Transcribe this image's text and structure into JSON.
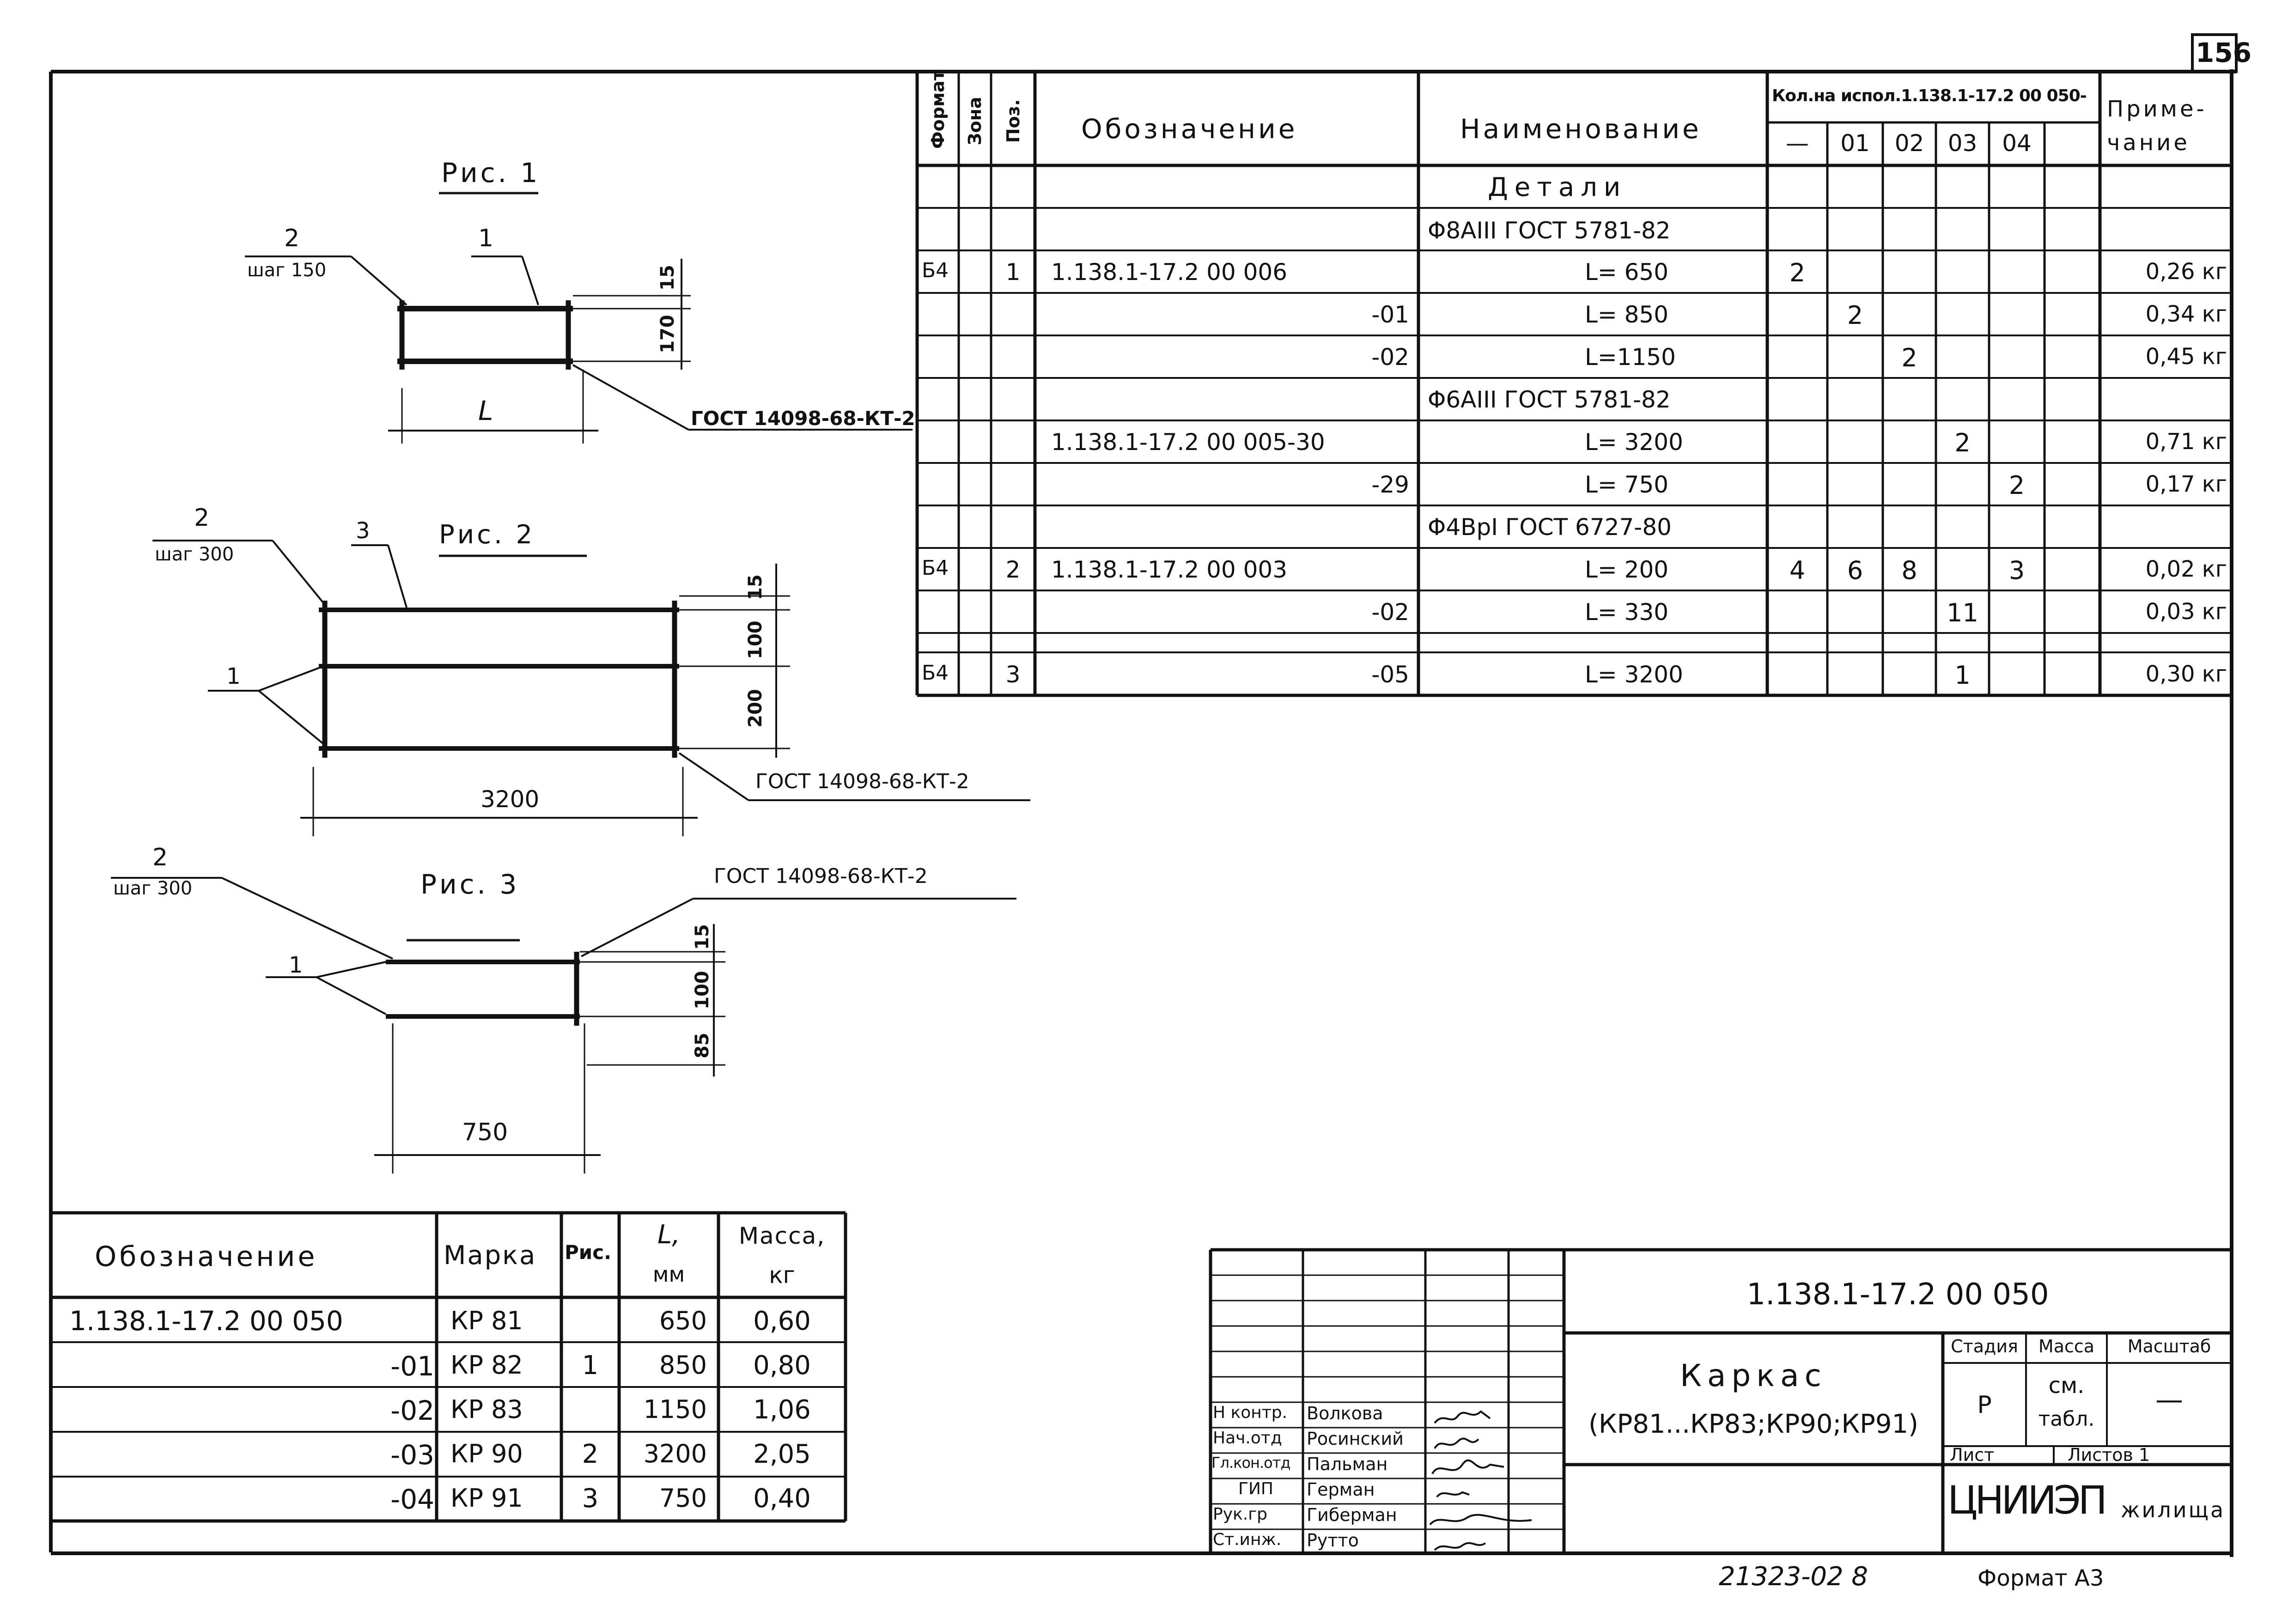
{
  "sheet_number": "156",
  "spec": {
    "header": {
      "format": "Формат",
      "zone": "Зона",
      "pos": "Поз.",
      "designation": "Обозначение",
      "name": "Наименование",
      "qty_title": "Кол.на испол.1.138.1-17.2 00 050-",
      "note_1": "Приме-",
      "note_2": "чание",
      "variants": [
        "—",
        "01",
        "02",
        "03",
        "04"
      ]
    },
    "rows": [
      {
        "format": "",
        "pos": "",
        "designation": "",
        "name": "Детали",
        "q": [
          "",
          "",
          "",
          "",
          ""
        ],
        "note": ""
      },
      {
        "format": "",
        "pos": "",
        "designation": "",
        "name": "Φ8AIII ГОСТ 5781-82",
        "q": [
          "",
          "",
          "",
          "",
          ""
        ],
        "note": ""
      },
      {
        "format": "Б4",
        "pos": "1",
        "designation": "1.138.1-17.2 00 006",
        "name": "L= 650",
        "q": [
          "2",
          "",
          "",
          "",
          ""
        ],
        "note": "0,26 кг"
      },
      {
        "format": "",
        "pos": "",
        "designation": "-01",
        "name": "L= 850",
        "q": [
          "",
          "2",
          "",
          "",
          ""
        ],
        "note": "0,34 кг"
      },
      {
        "format": "",
        "pos": "",
        "designation": "-02",
        "name": "L=1150",
        "q": [
          "",
          "",
          "2",
          "",
          ""
        ],
        "note": "0,45 кг"
      },
      {
        "format": "",
        "pos": "",
        "designation": "",
        "name": "Φ6AIII ГОСТ 5781-82",
        "q": [
          "",
          "",
          "",
          "",
          ""
        ],
        "note": ""
      },
      {
        "format": "",
        "pos": "",
        "designation": "1.138.1-17.2 00 005-30",
        "name": "L= 3200",
        "q": [
          "",
          "",
          "",
          "2",
          ""
        ],
        "note": "0,71 кг"
      },
      {
        "format": "",
        "pos": "",
        "designation": "-29",
        "name": "L= 750",
        "q": [
          "",
          "",
          "",
          "",
          "2"
        ],
        "note": "0,17 кг"
      },
      {
        "format": "",
        "pos": "",
        "designation": "",
        "name": "Φ4BpI ГОСТ 6727-80",
        "q": [
          "",
          "",
          "",
          "",
          ""
        ],
        "note": ""
      },
      {
        "format": "Б4",
        "pos": "2",
        "designation": "1.138.1-17.2 00 003",
        "name": "L= 200",
        "q": [
          "4",
          "6",
          "8",
          "",
          "3"
        ],
        "note": "0,02 кг"
      },
      {
        "format": "",
        "pos": "",
        "designation": "-02",
        "name": "L= 330",
        "q": [
          "",
          "",
          "",
          "11",
          ""
        ],
        "note": "0,03 кг"
      },
      {
        "format": "Б4",
        "pos": "3",
        "designation": "-05",
        "name": "L= 3200",
        "q": [
          "",
          "",
          "",
          "1",
          ""
        ],
        "note": "0,30 кг"
      }
    ]
  },
  "figures": {
    "fig1": {
      "title": "Рис. 1",
      "pos2": "2",
      "step": "шаг 150",
      "pos1": "1",
      "dim_15": "15",
      "dim_170": "170",
      "dim_L": "L",
      "weld": "ГОСТ 14098-68-КТ-2"
    },
    "fig2": {
      "title": "Рис. 2",
      "pos2": "2",
      "step": "шаг 300",
      "pos3": "3",
      "pos1": "1",
      "dim_15": "15",
      "dim_100": "100",
      "dim_200": "200",
      "dim_3200": "3200",
      "weld": "ГОСТ 14098-68-КТ-2"
    },
    "fig3": {
      "title": "Рис. 3",
      "pos2": "2",
      "step": "шаг 300",
      "pos1": "1",
      "dim_15": "15",
      "dim_100": "100",
      "dim_85": "85",
      "dim_750": "750",
      "weld": "ГОСТ 14098-68-КТ-2"
    }
  },
  "marks": {
    "header": {
      "designation": "Обозначение",
      "mark": "Марка",
      "fig": "Рис.",
      "len_1": "L,",
      "len_2": "мм",
      "mass_1": "Масса,",
      "mass_2": "кг"
    },
    "rows": [
      {
        "designation": "1.138.1-17.2 00 050",
        "mark": "КР 81",
        "fig": "",
        "len": "650",
        "mass": "0,60"
      },
      {
        "designation": "-01",
        "mark": "КР 82",
        "fig": "1",
        "len": "850",
        "mass": "0,80"
      },
      {
        "designation": "-02",
        "mark": "КР 83",
        "fig": "",
        "len": "1150",
        "mass": "1,06"
      },
      {
        "designation": "-03",
        "mark": "КР 90",
        "fig": "2",
        "len": "3200",
        "mass": "2,05"
      },
      {
        "designation": "-04",
        "mark": "КР 91",
        "fig": "3",
        "len": "750",
        "mass": "0,40"
      }
    ]
  },
  "title_block": {
    "code": "1.138.1-17.2 00 050",
    "title_1": "Каркас",
    "title_2": "(КР81...КР83;КР90;КР91)",
    "stage_label": "Стадия",
    "mass_label": "Масса",
    "scale_label": "Масштаб",
    "stage": "Р",
    "mass_1": "см.",
    "mass_2": "табл.",
    "scale": "—",
    "sheet_label": "Лист",
    "sheets_label": "Листов 1",
    "org_1": "ЦНИИЭП",
    "org_2": "жилища",
    "staff": [
      {
        "role": "Н контр.",
        "name": "Волкова"
      },
      {
        "role": "Нач.отд",
        "name": "Росинский"
      },
      {
        "role": "Гл.кон.отд",
        "name": "Пальман"
      },
      {
        "role": "ГИП",
        "name": "Герман"
      },
      {
        "role": "Рук.гр",
        "name": "Гиберман"
      },
      {
        "role": "Ст.инж.",
        "name": "Рутто"
      }
    ]
  },
  "footer": {
    "inventory": "21323-02 8",
    "format": "Формат А3"
  }
}
